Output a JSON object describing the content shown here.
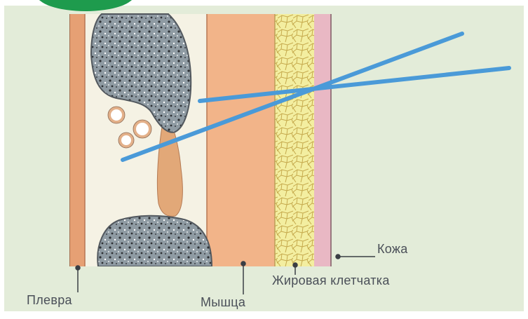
{
  "labels": {
    "skin": "Кожа",
    "fat": "Жировая клетчатка",
    "pleura": "Плевра",
    "muscle": "Мышца"
  },
  "colors": {
    "background": "#e3ecd9",
    "muscle": "#f2b489",
    "fat": "#f3eea0",
    "skin": "#e9b8c4",
    "pleura": "#e6a074",
    "intercostal_space": "#f5f2e4",
    "rib": "#8f9ba3",
    "needle": "#4a9ad8",
    "vessel_ring": "#e3b089",
    "corner_badge": "#1e9b4d"
  },
  "icons": [
    "needle-line",
    "rib-bone",
    "vessel-ring",
    "corner-badge"
  ]
}
